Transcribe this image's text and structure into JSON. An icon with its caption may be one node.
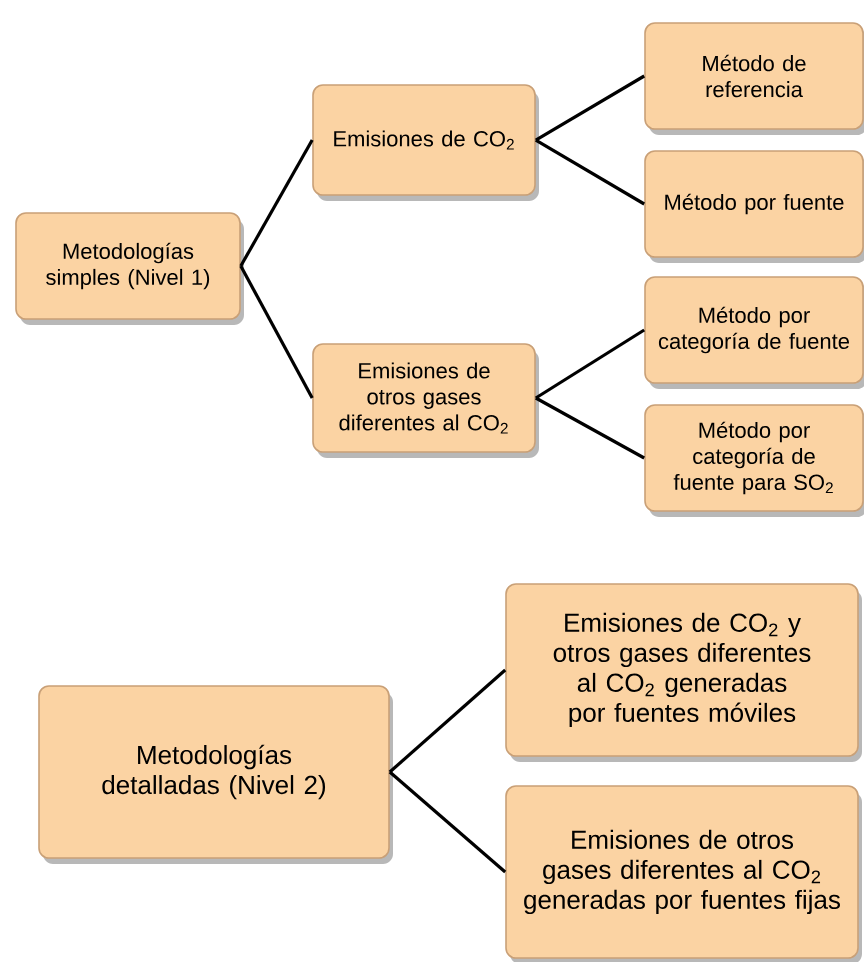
{
  "diagram": {
    "nodes": [
      {
        "text": [
          "Metodologías simples (Nivel 1)"
        ]
      },
      {
        "text": [
          "Emisiones de CO$_{2}$"
        ]
      },
      {
        "text": [
          "Emisiones de otros gases diferentes al CO$_{2}$"
        ]
      },
      {
        "text": [
          "Método de referencia"
        ]
      },
      {
        "text": [
          "Método por fuente"
        ]
      },
      {
        "text": [
          "Método por categoría de fuente"
        ]
      },
      {
        "text": [
          "Método por categoría de fuente para SO$_{2}$"
        ]
      },
      {
        "text": [
          "Metodologías detalladas (Nivel 2)"
        ]
      },
      {
        "text": [
          "Emisiones de CO$_{2}$ y otros gases diferentes al CO$_{2}$ generadas por fuentes móviles"
        ]
      },
      {
        "text": [
          "Emisiones de otros gases diferentes al CO$_{2}$ generadas por fuentes fijas"
        ]
      }
    ],
    "edges": [
      {
        "from": 0,
        "to": 1,
        "arrow": "none"
      },
      {
        "from": 0,
        "to": 2,
        "arrow": "none"
      },
      {
        "from": 1,
        "to": 3,
        "arrow": "none"
      },
      {
        "from": 1,
        "to": 4,
        "arrow": "none"
      },
      {
        "from": 2,
        "to": 5,
        "arrow": "none"
      },
      {
        "from": 2,
        "to": 6,
        "arrow": "none"
      },
      {
        "from": 7,
        "to": 8,
        "arrow": "none"
      },
      {
        "from": 7,
        "to": 9,
        "arrow": "none"
      }
    ]
  }
}
